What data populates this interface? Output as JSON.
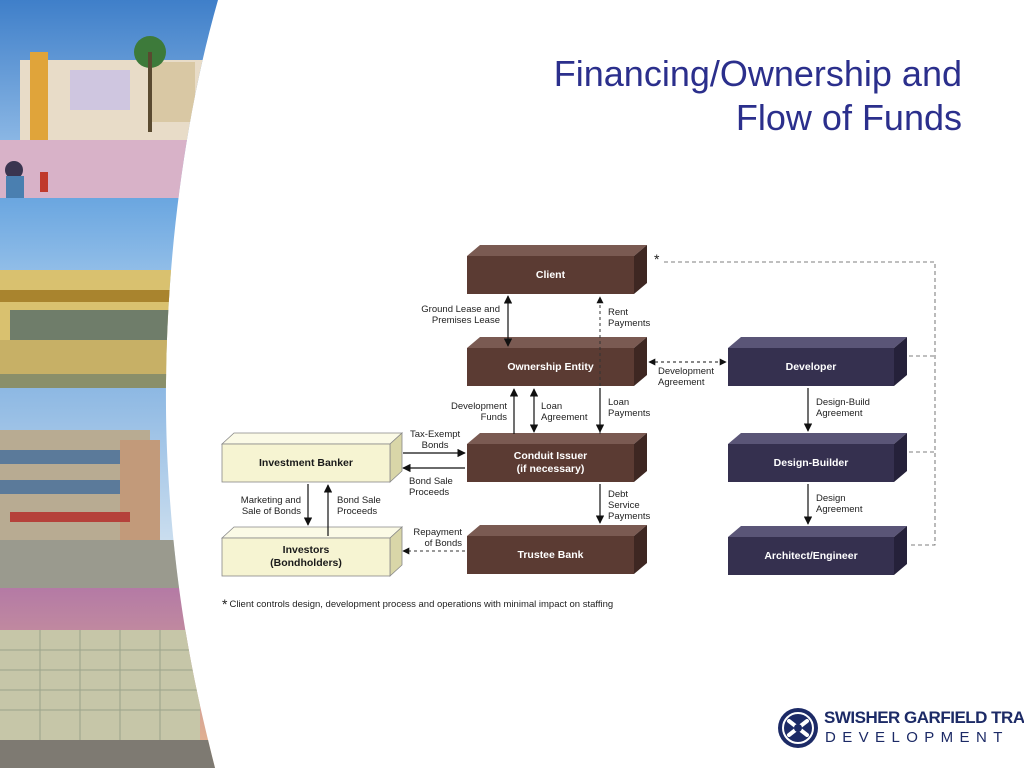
{
  "title": {
    "line1": "Financing/Ownership and",
    "line2": "Flow of Funds"
  },
  "boxes": {
    "client": "Client",
    "ownership": "Ownership Entity",
    "conduit_line1": "Conduit Issuer",
    "conduit_line2": "(if necessary)",
    "trustee": "Trustee Bank",
    "developer": "Developer",
    "design_builder": "Design-Builder",
    "architect": "Architect/Engineer",
    "investment_banker": "Investment Banker",
    "investors_line1": "Investors",
    "investors_line2": "(Bondholders)"
  },
  "labels": {
    "ground_lease": [
      "Ground Lease and",
      "Premises Lease"
    ],
    "rent_payments": [
      "Rent",
      "Payments"
    ],
    "development_funds": [
      "Development",
      "Funds"
    ],
    "loan_agreement": [
      "Loan",
      "Agreement"
    ],
    "loan_payments": [
      "Loan",
      "Payments"
    ],
    "development_agreement": [
      "Development",
      "Agreement"
    ],
    "design_build_agreement": [
      "Design-Build",
      "Agreement"
    ],
    "design_agreement": [
      "Design",
      "Agreement"
    ],
    "tax_exempt_bonds": [
      "Tax-Exempt",
      "Bonds"
    ],
    "bond_sale_proceeds_right": [
      "Bond Sale",
      "Proceeds"
    ],
    "marketing_sale": [
      "Marketing and",
      "Sale of Bonds"
    ],
    "bond_sale_proceeds_left": [
      "Bond Sale",
      "Proceeds"
    ],
    "debt_service": [
      "Debt",
      "Service",
      "Payments"
    ],
    "repayment": [
      "Repayment",
      "of Bonds"
    ],
    "asterisk": "*"
  },
  "footnote": {
    "mark": "*",
    "text": "Client controls design, development process and operations with minimal impact on staffing"
  },
  "logo": {
    "line1": "SWISHER GARFIELD TRAUB",
    "line2": "DEVELOPMENT"
  },
  "colors": {
    "title": "#2b2f8c",
    "brown": "#5b3b33",
    "navy": "#35304f",
    "cream": "#f6f4d2"
  }
}
